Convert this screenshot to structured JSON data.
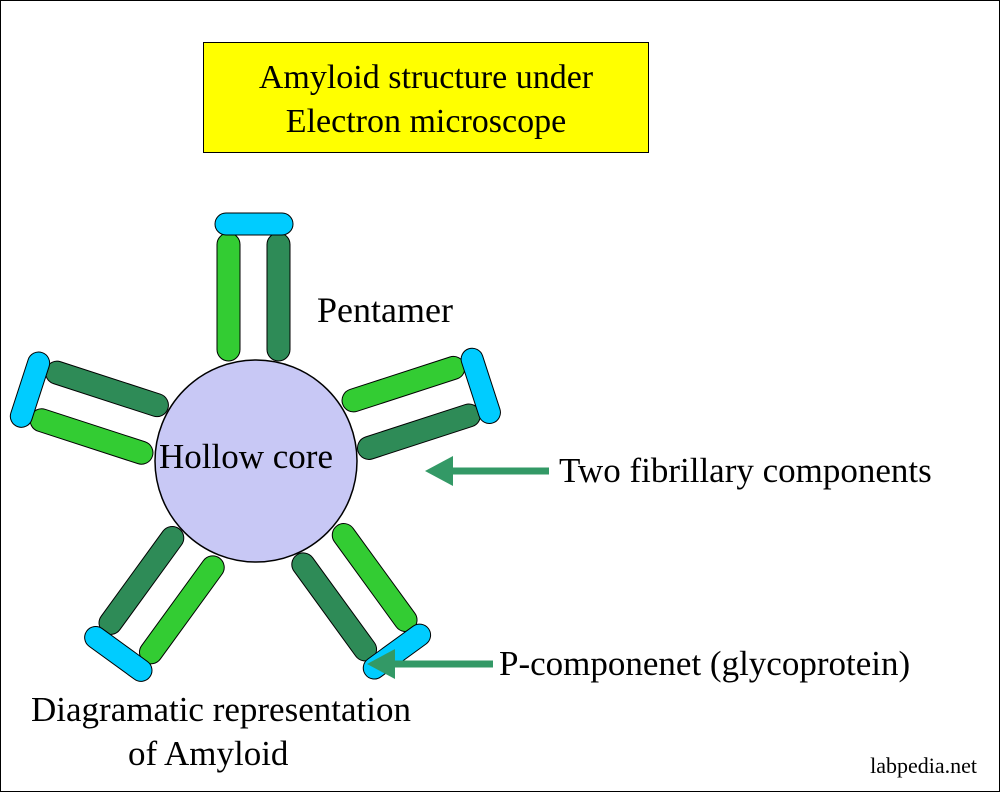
{
  "title": {
    "line1": "Amyloid structure  under",
    "line2": "Electron microscope"
  },
  "labels": {
    "pentamer": "Pentamer",
    "hollow_core": "Hollow core",
    "fibrillary": "Two fibrillary components",
    "p_component": "P-componenet (glycoprotein)",
    "caption_line1": "Diagramatic representation",
    "caption_line2": "of Amyloid"
  },
  "watermark": "labpedia.net",
  "colors": {
    "title_background": "#ffff00",
    "core_fill": "#c8c8f5",
    "fibril_light": "#33cc33",
    "fibril_dark": "#2e8b57",
    "p_component": "#00ccff",
    "arrow": "#339966"
  }
}
